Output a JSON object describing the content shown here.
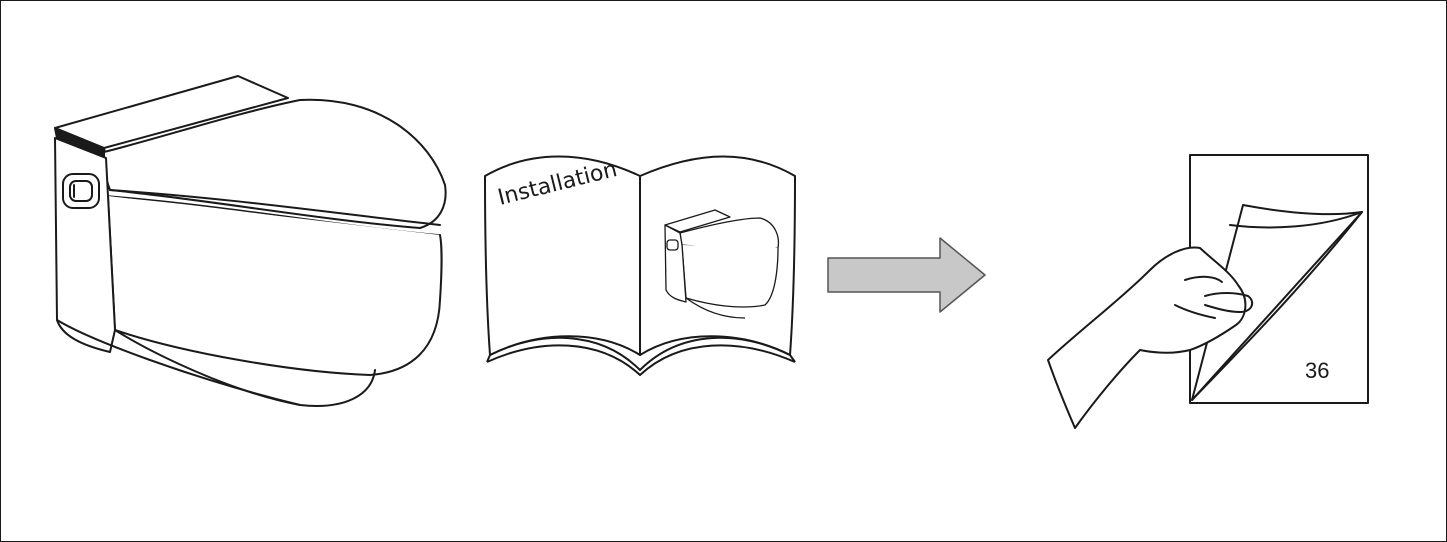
{
  "manual": {
    "title": "Installation"
  },
  "page": {
    "number": "36"
  },
  "colors": {
    "line": "#1a1a1a",
    "arrow_fill": "#c8c8c8",
    "arrow_stroke": "#555555"
  },
  "icons": {
    "toilet": "wall-hung-shower-toilet",
    "manual": "open-installation-manual",
    "arrow": "right-arrow",
    "page": "page-being-turned-by-hand"
  }
}
